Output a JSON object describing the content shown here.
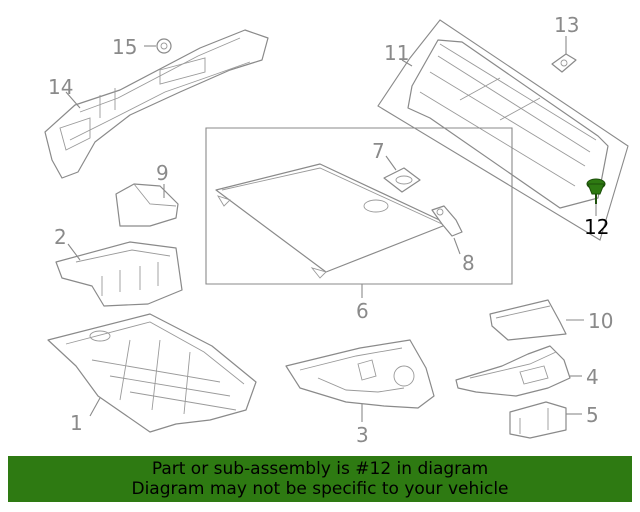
{
  "callouts": {
    "c1": "1",
    "c2": "2",
    "c3": "3",
    "c4": "4",
    "c5": "5",
    "c6": "6",
    "c7": "7",
    "c8": "8",
    "c9": "9",
    "c10": "10",
    "c11": "11",
    "c12": "12",
    "c13": "13",
    "c14": "14",
    "c15": "15"
  },
  "highlight_part": "12",
  "colors": {
    "line": "#8a8a8a",
    "highlight_text": "#000000",
    "highlight_part": "#2e7a12",
    "banner_bg": "#2e7a12"
  },
  "banner": {
    "line1": "Part or sub-assembly is #12 in diagram",
    "line2": "Diagram may not be specific to your vehicle"
  }
}
